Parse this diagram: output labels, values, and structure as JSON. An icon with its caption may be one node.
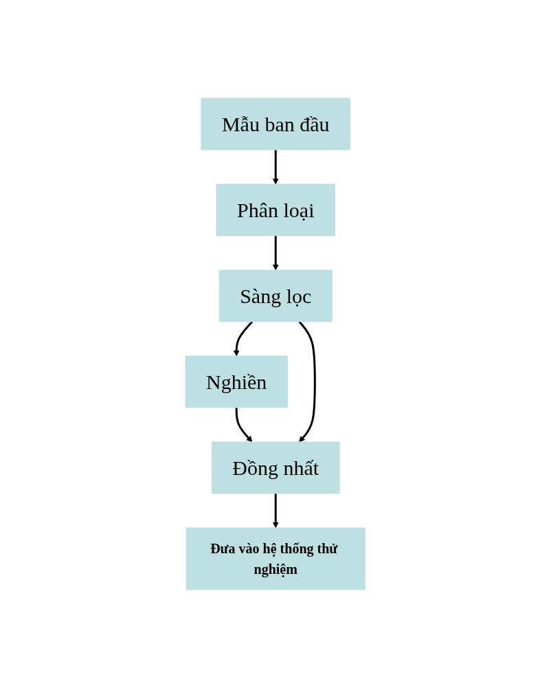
{
  "diagram": {
    "nodes": [
      {
        "text": [
          "Mẫu ban đầu"
        ]
      },
      {
        "text": [
          "Phân loại"
        ]
      },
      {
        "text": [
          "Sàng lọc"
        ]
      },
      {
        "text": [
          "Nghiền"
        ]
      },
      {
        "text": [
          "Đồng nhất"
        ]
      },
      {
        "text": [
          "Đưa vào hệ thống thử nghiệm"
        ]
      }
    ],
    "edges": [
      {
        "from": 0,
        "to": 1,
        "arrow": "to"
      },
      {
        "from": 1,
        "to": 2,
        "arrow": "to"
      },
      {
        "from": 2,
        "to": 3,
        "arrow": "to"
      },
      {
        "from": 3,
        "to": 4,
        "arrow": "to"
      },
      {
        "from": 4,
        "to": 5,
        "arrow": "to"
      },
      {
        "from": 2,
        "to": 4,
        "arrow": "to"
      }
    ]
  }
}
